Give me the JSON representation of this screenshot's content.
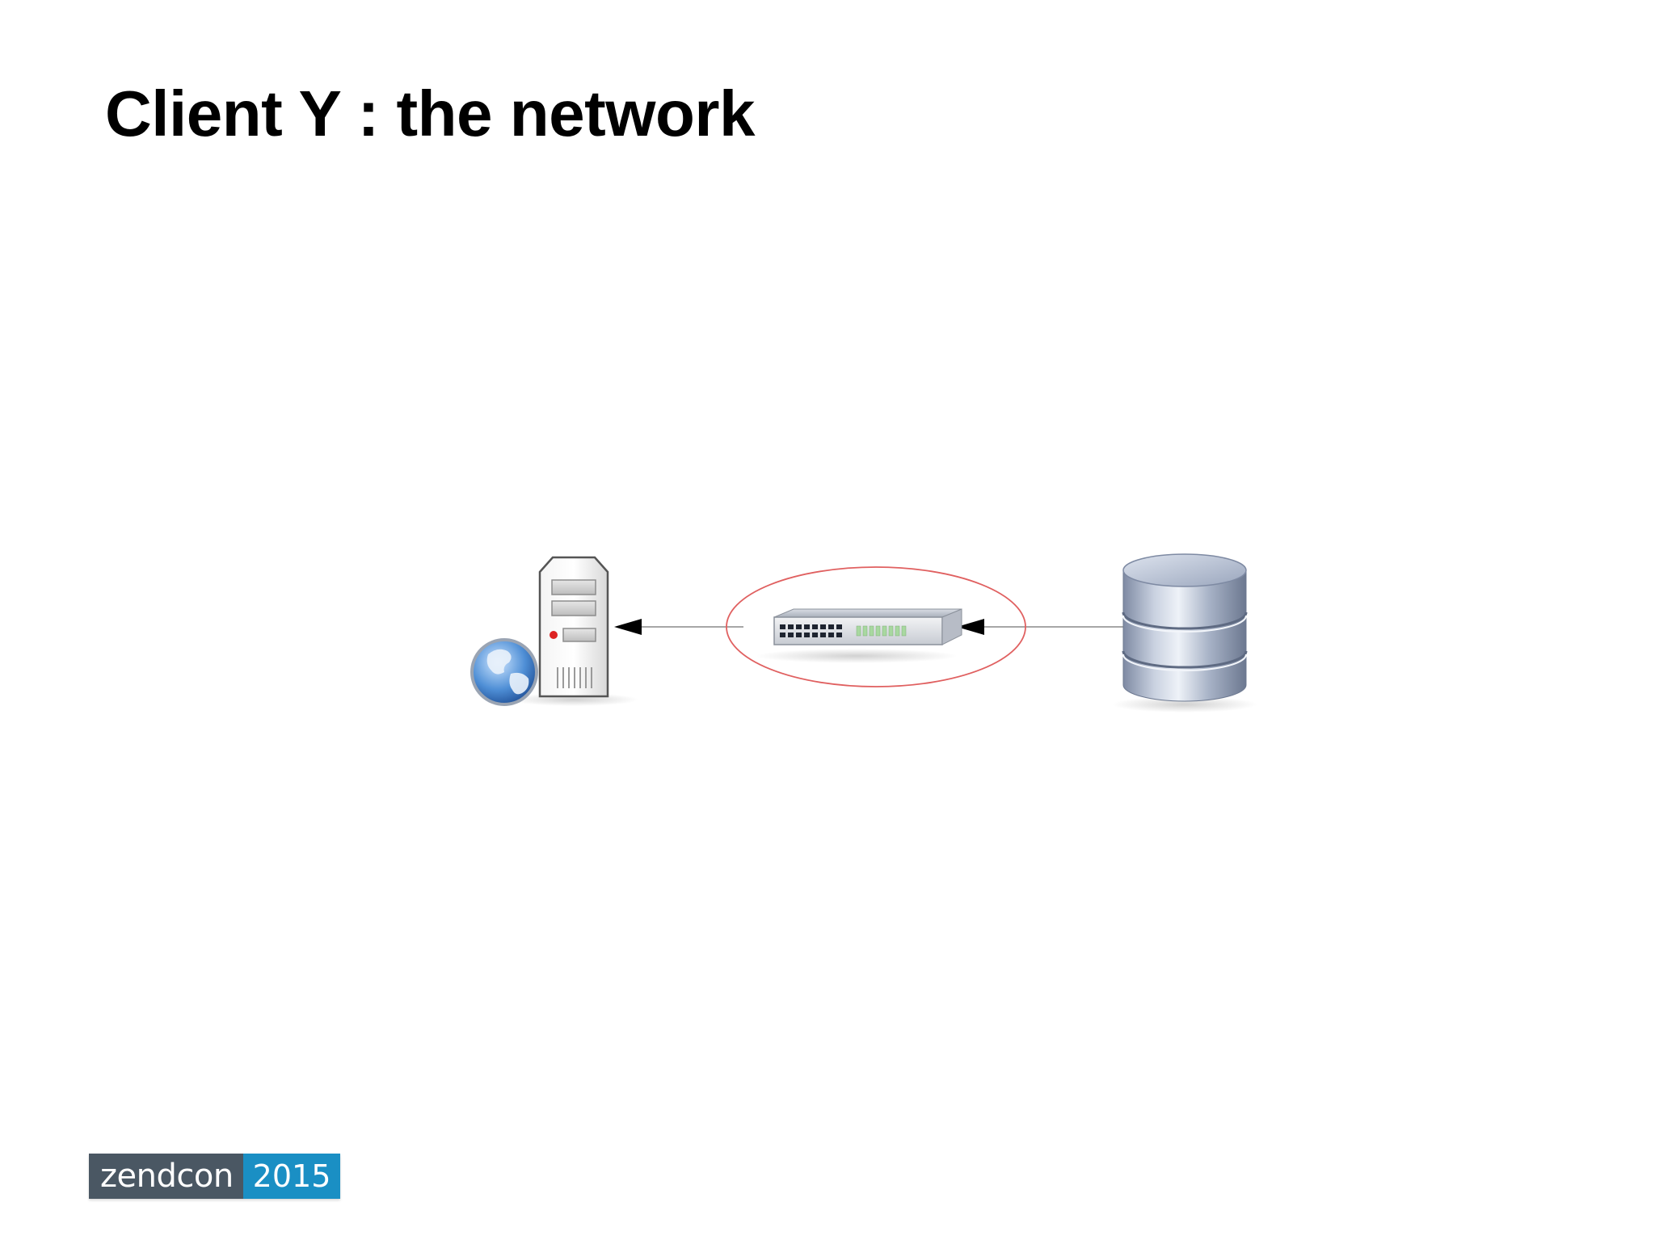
{
  "slide": {
    "title": "Client Y : the network"
  },
  "diagram": {
    "nodes": [
      {
        "id": "web-server",
        "icon": "web-server-icon"
      },
      {
        "id": "network-switch",
        "icon": "network-switch-icon",
        "highlighted": true
      },
      {
        "id": "database",
        "icon": "database-icon"
      }
    ],
    "edges": [
      {
        "from": "network-switch",
        "to": "web-server"
      },
      {
        "from": "database",
        "to": "network-switch"
      }
    ],
    "highlight_color": "#e06060"
  },
  "logo": {
    "name": "zendcon",
    "year": "2015",
    "name_bg": "#4a5763",
    "year_bg": "#1a8fc4"
  }
}
